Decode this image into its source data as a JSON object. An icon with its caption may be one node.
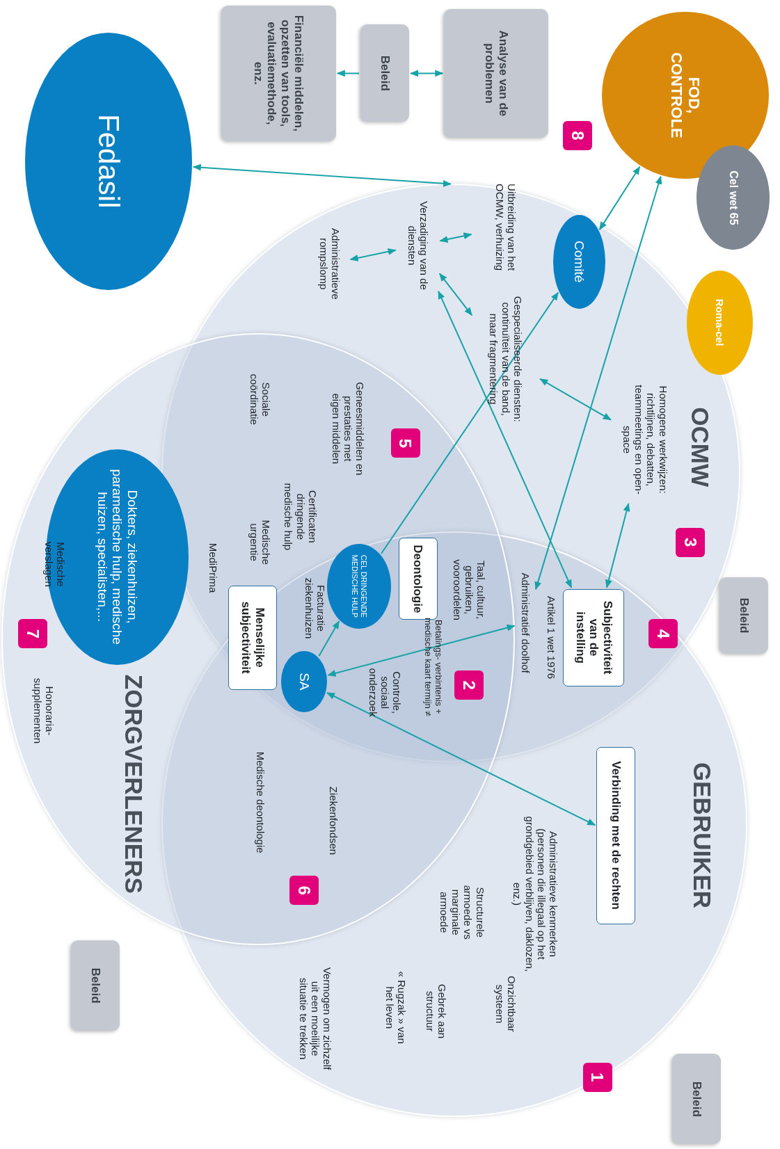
{
  "diagram": {
    "nodes": [
      {
        "text": [
          "OCMW"
        ]
      },
      {
        "text": [
          "GEBRUIKER"
        ]
      },
      {
        "text": [
          "ZORGVERLENERS"
        ]
      },
      {
        "text": [
          "FOD, CONTROLE"
        ]
      },
      {
        "text": [
          "Cel wet 65"
        ]
      },
      {
        "text": [
          "Roma-cel"
        ]
      },
      {
        "text": [
          "Fedasil"
        ]
      },
      {
        "text": [
          "Analyse van de problemen"
        ]
      },
      {
        "text": [
          "Beleid"
        ]
      },
      {
        "text": [
          "Financiële middelen, opzetten van tools, evaluatiemethode, enz."
        ]
      },
      {
        "text": [
          "8"
        ]
      },
      {
        "text": [
          "Comité"
        ],
        "in": 0
      },
      {
        "text": [
          "Uitbreiding van het OCMW, verhuizing"
        ],
        "in": 0
      },
      {
        "text": [
          "Verzadiging van de diensten"
        ],
        "in": 0
      },
      {
        "text": [
          "Administratieve rompslomp"
        ],
        "in": 0
      },
      {
        "text": [
          "Gespecialiseerde diensten: continuïteit van de band, maar fragmentering"
        ],
        "in": 0
      },
      {
        "text": [
          "Homogene werkwijzen: richtlijnen, debatten, teammeetings en open-space"
        ],
        "in": 0
      },
      {
        "text": [
          "3"
        ],
        "in": 0
      },
      {
        "text": [
          "5"
        ]
      },
      {
        "text": [
          "Subjectiviteit van de instelling"
        ]
      },
      {
        "text": [
          "4"
        ]
      },
      {
        "text": [
          "Administratief doolhof"
        ]
      },
      {
        "text": [
          "Deontologie"
        ]
      },
      {
        "text": [
          "CEL DRINGENDE MEDISCHE HULP"
        ]
      },
      {
        "text": [
          "SA"
        ]
      },
      {
        "text": [
          "Menselijke subjectiviteit"
        ]
      },
      {
        "text": [
          "2"
        ]
      },
      {
        "text": [
          "6"
        ]
      },
      {
        "text": [
          "7"
        ],
        "in": 2
      },
      {
        "text": [
          "1"
        ],
        "in": 1
      },
      {
        "text": [
          "Verbinding met de rechten"
        ],
        "in": 1
      },
      {
        "text": [
          "Dokters, ziekenhuizen, paramedische hulp, medische huizen, specialisten,..."
        ],
        "in": 2
      },
      {
        "text": [
          "Beleid"
        ]
      },
      {
        "text": [
          "Beleid"
        ]
      },
      {
        "text": [
          "Beleid"
        ]
      }
    ],
    "edges": [
      {
        "from": 6,
        "to": 0,
        "arrow": "both"
      },
      {
        "from": 7,
        "to": 8,
        "arrow": "both"
      },
      {
        "from": 8,
        "to": 9,
        "arrow": "to"
      },
      {
        "from": 3,
        "to": 11,
        "arrow": "both"
      },
      {
        "from": 3,
        "to": 21,
        "arrow": "both"
      },
      {
        "from": 13,
        "to": 12,
        "arrow": "both"
      },
      {
        "from": 13,
        "to": 14,
        "arrow": "both"
      },
      {
        "from": 13,
        "to": 15,
        "arrow": "both"
      },
      {
        "from": 15,
        "to": 16,
        "arrow": "both"
      },
      {
        "from": 16,
        "to": 19,
        "arrow": "both"
      },
      {
        "from": 13,
        "to": 19,
        "arrow": "both"
      },
      {
        "from": 23,
        "to": 11,
        "arrow": "to"
      },
      {
        "from": 24,
        "to": 23,
        "arrow": "to"
      },
      {
        "from": 21,
        "to": 24,
        "arrow": "both"
      },
      {
        "from": 24,
        "to": 30,
        "arrow": "both"
      }
    ],
    "labels": [
      "Sociale coördinatie",
      "Geneesmiddelen en prestaties met eigen middelen",
      "Certificaten dringende medische hulp",
      "Medische urgentie",
      "MediPrima",
      "Taal, cultuur, gebruiken, vooroordelen",
      "Artikel 1 wet 1976",
      "Facturatie ziekenhuizen",
      "Betalings- verbintenis + medische kaart termijn ≠",
      "Controle, sociaal onderzoek",
      "Medische verslagen",
      "Honoraria- supplementen",
      "Medische deontologie",
      "Ziekenfondsen",
      "Administratieve kenmerken (personen die illegaal op het grondgebied verblijven, daklozen, enz.)",
      "Structurele armoede vs marginale armoede",
      "Onzichtbaar systeem",
      "Gebrek aan structuur",
      "« Rugzak » van het leven",
      "Vermogen om zichzelf uit een moeilijke situatie te trekken"
    ]
  }
}
